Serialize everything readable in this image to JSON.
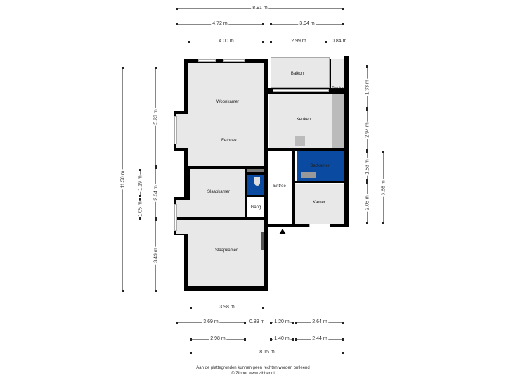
{
  "rooms": {
    "woonkamer": "Woonkamer",
    "eethoek": "Eethoek",
    "slaapkamer1": "Slaapkamer",
    "slaapkamer2": "Slaapkamer",
    "gang": "Gang",
    "balkon": "Balkon",
    "berging": "Berging",
    "keuken": "Keuken",
    "badkamer": "Badkamer",
    "entree": "Entree",
    "kamer": "Kamer"
  },
  "colors": {
    "wall": "#000000",
    "floor": "#e8e8e8",
    "wet_room": "#0a4aa0"
  },
  "dimensions": {
    "top": [
      "8.91 m",
      "4.72 m",
      "3.94 m",
      "4.00 m",
      "2.99 m",
      "0.84 m"
    ],
    "left": [
      "11.50 m",
      "5.23 m",
      "2.64 m",
      "3.49 m",
      "1.05 m",
      "1.19 m"
    ],
    "right": [
      "1.33 m",
      "2.94 m",
      "1.53 m",
      "2.05 m",
      "3.68 m"
    ],
    "bottom": [
      "3.98 m",
      "3.69 m",
      "0.89 m",
      "1.20 m",
      "2.64 m",
      "2.98 m",
      "1.40 m",
      "2.44 m",
      "8.15 m"
    ]
  },
  "footer": {
    "line1": "Aan de plattegronden kunnen geen rechten worden ontleend",
    "line2": "© Zibber www.zibber.nl"
  }
}
